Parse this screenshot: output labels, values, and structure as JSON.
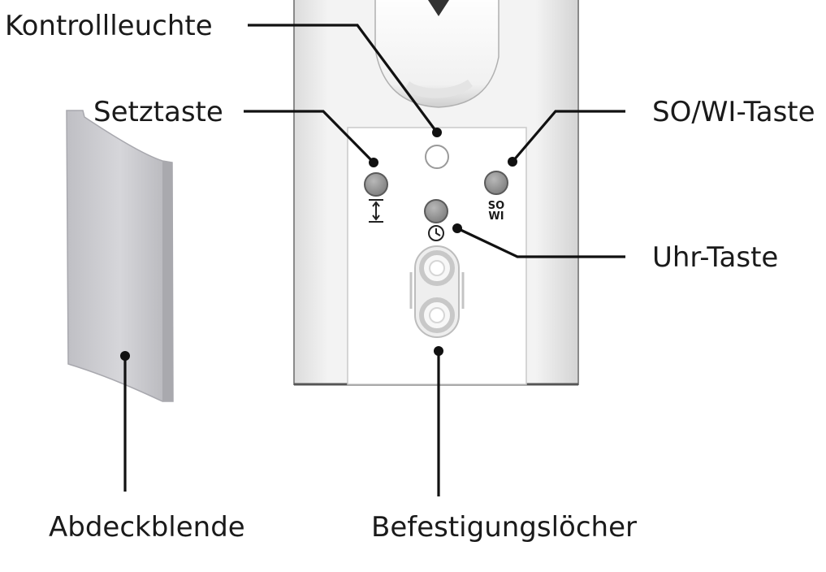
{
  "labels": {
    "indicator_light": "Kontrollleuchte",
    "set_button": "Setztaste",
    "summer_winter_button": "SO/WI-Taste",
    "clock_button": "Uhr-Taste",
    "cover_panel": "Abdeckblende",
    "mounting_holes": "Befestigungslöcher"
  },
  "panel_symbols": {
    "summer_line": "SO",
    "winter_line": "WI"
  },
  "colors": {
    "housing": "#f4f4f4",
    "housing_outline": "#8a8a8a",
    "panel": "#ffffff",
    "button_fill": "#9a9a9a",
    "cover": "#c8c8cc",
    "leader": "#111111"
  },
  "icons": {
    "set_button_symbol": "up-down-arrow-icon",
    "clock_button_symbol": "clock-icon",
    "dial_pointer": "down-triangle-icon"
  }
}
